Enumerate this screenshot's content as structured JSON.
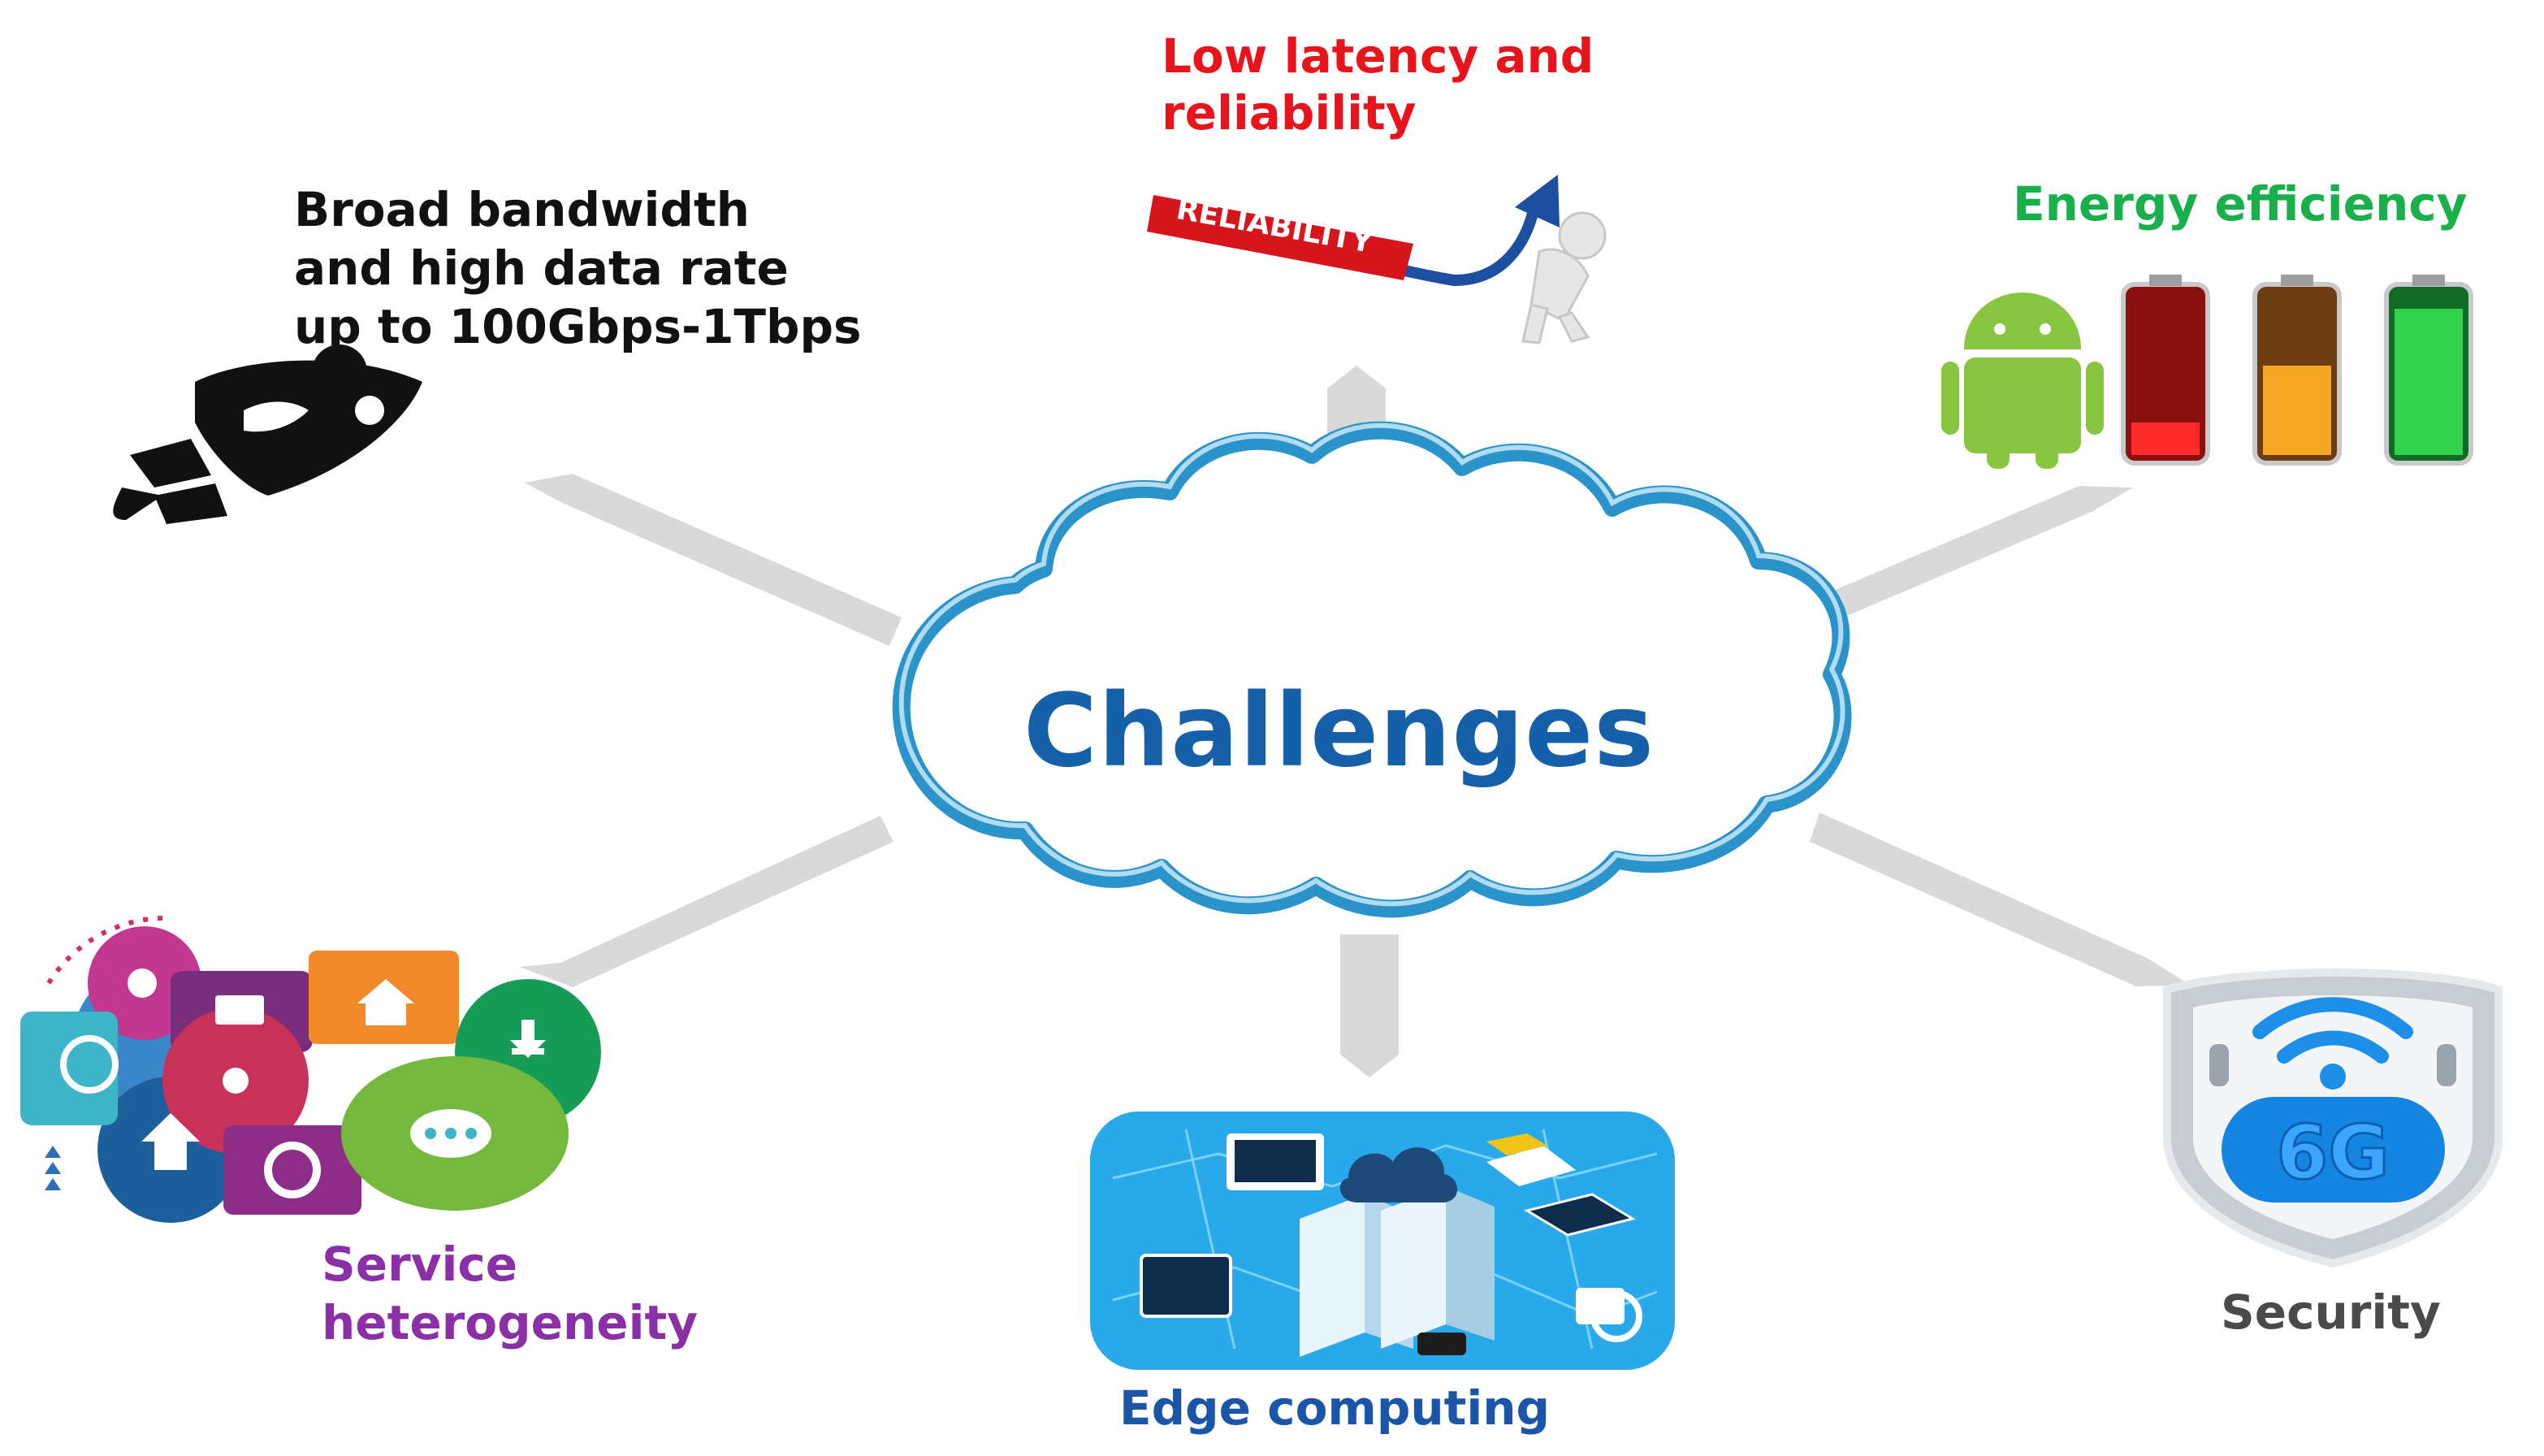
{
  "center": {
    "title": "Challenges"
  },
  "challenges": {
    "bandwidth": {
      "lines": [
        "Broad bandwidth",
        "and high data rate",
        "up to 100Gbps-1Tbps"
      ]
    },
    "latency": {
      "lines": [
        "Low latency and",
        "reliability"
      ],
      "badge_text": "RELIABILITY"
    },
    "energy": {
      "lines": [
        "Energy efficiency"
      ]
    },
    "service": {
      "lines": [
        "Service",
        "heterogeneity"
      ]
    },
    "edge": {
      "lines": [
        "Edge computing"
      ]
    },
    "security": {
      "lines": [
        "Security"
      ],
      "shield_text": "6G"
    }
  },
  "colors": {
    "title": "#1560a8",
    "cloud_stroke": "#2a93c9",
    "arrow": "#d9d9d9",
    "bandwidth": "#111111",
    "latency": "#e8141b",
    "energy": "#19b04b",
    "service": "#8a2fa6",
    "edge": "#1a55a8",
    "security": "#4a4a4a"
  },
  "icons": {
    "bandwidth": "rocket-rider-icon",
    "latency": "reliability-arrow-icon",
    "energy": "android-battery-icon",
    "service": "speech-bubbles-icon",
    "edge": "edge-computing-icon",
    "security": "6g-shield-icon"
  }
}
